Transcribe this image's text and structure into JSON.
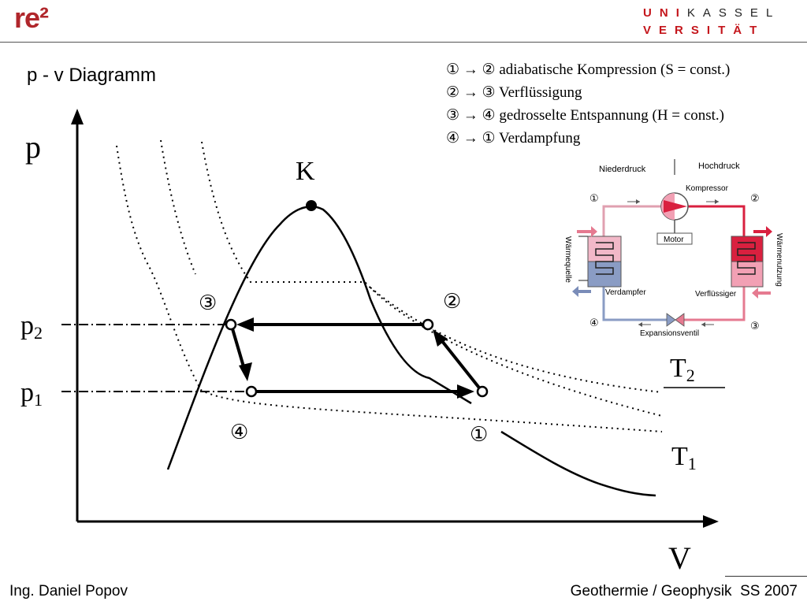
{
  "header": {
    "logo": "re²",
    "uni_line1": [
      "U",
      "N",
      "I",
      "K",
      "A",
      "S",
      "S",
      "E",
      "L"
    ],
    "uni_line2": [
      "V",
      "E",
      "R",
      "S",
      "I",
      "T",
      "Ä",
      "T"
    ],
    "brand_color": "#c4161c"
  },
  "title": "p - v Diagramm",
  "legend": [
    "① → ② adiabatische Kompression (S = const.)",
    "② → ③ Verflüssigung",
    "③ → ④ gedrosselte Entspannung (H = const.)",
    "④ → ① Verdampfung"
  ],
  "diagram": {
    "y_axis_label": "p",
    "x_axis_label": "V",
    "critical_point": "K",
    "p2_label_main": "p",
    "p2_label_sub": "2",
    "p1_label_main": "p",
    "p1_label_sub": "1",
    "t2_label_main": "T",
    "t2_label_sub": "2",
    "t1_label_main": "T",
    "t1_label_sub": "1",
    "point1": "①",
    "point2": "②",
    "point3": "③",
    "point4": "④"
  },
  "schematic": {
    "low_pressure": "Niederdruck",
    "high_pressure": "Hochdruck",
    "compressor": "Kompressor",
    "motor": "Motor",
    "heat_source": "Wärmequelle",
    "heat_use": "Wärmenutzung",
    "evaporator": "Verdampfer",
    "condenser": "Verflüssiger",
    "expansion_valve": "Expansionsventil",
    "n1": "①",
    "n2": "②",
    "n3": "③",
    "n4": "④",
    "hot_color": "#d9203f",
    "cold_color": "#8a9cc4"
  },
  "footer": {
    "author": "Ing. Daniel Popov",
    "course": "Geothermie / Geophysik  SS 2007"
  }
}
